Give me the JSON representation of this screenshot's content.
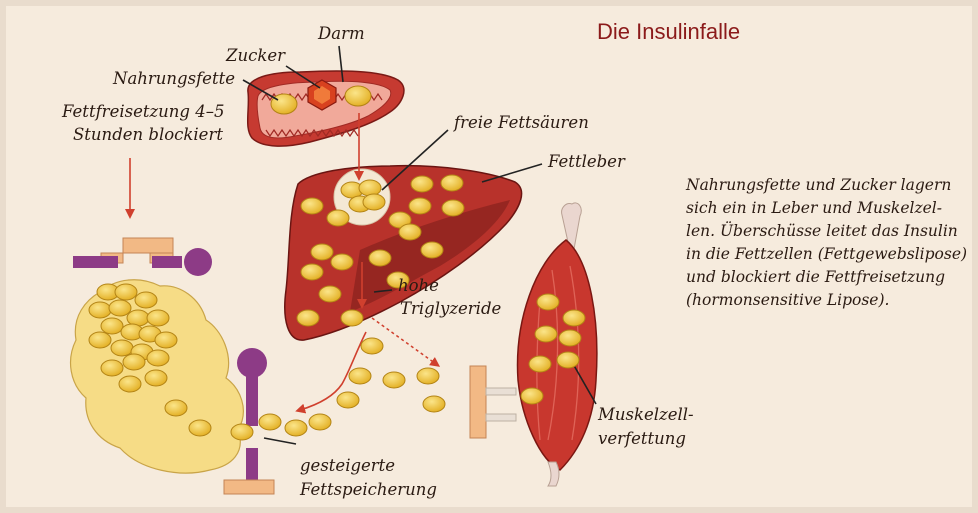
{
  "title": "Die Insulinfalle",
  "labels": {
    "darm": "Darm",
    "zucker": "Zucker",
    "nahrungsfette": "Nahrungsfette",
    "fettfreisetzung_1": "Fettfreisetzung 4–5",
    "fettfreisetzung_2": "Stunden blockiert",
    "freie_fettsaeuren": "freie Fettsäuren",
    "fettleber": "Fettleber",
    "hohe": "hohe",
    "triglyzeride": "Triglyzeride",
    "muskelzell_1": "Muskelzell-",
    "muskelzell_2": "verfettung",
    "gesteigerte": "gesteigerte",
    "fettspeicherung": "Fettspeicherung"
  },
  "description": [
    "Nahrungsfette und Zucker lagern",
    "sich ein in Leber und Muskelzel-",
    "len. Überschüsse leitet das Insulin",
    "in die Fettzellen (Fettgewebslipose)",
    "und blockiert die Fettfreisetzung",
    "(hormonsensitive Lipose)."
  ],
  "colors": {
    "background": "#f6ebdd",
    "title": "#8b1a1a",
    "organ_red": "#b8322b",
    "organ_dark": "#8a1f1c",
    "fat_yellow": "#f1c634",
    "fat_tissue": "#f6dc86",
    "receptor_purple": "#8d3b86",
    "receptor_peach": "#f2b985",
    "arrow": "#d0402e"
  }
}
